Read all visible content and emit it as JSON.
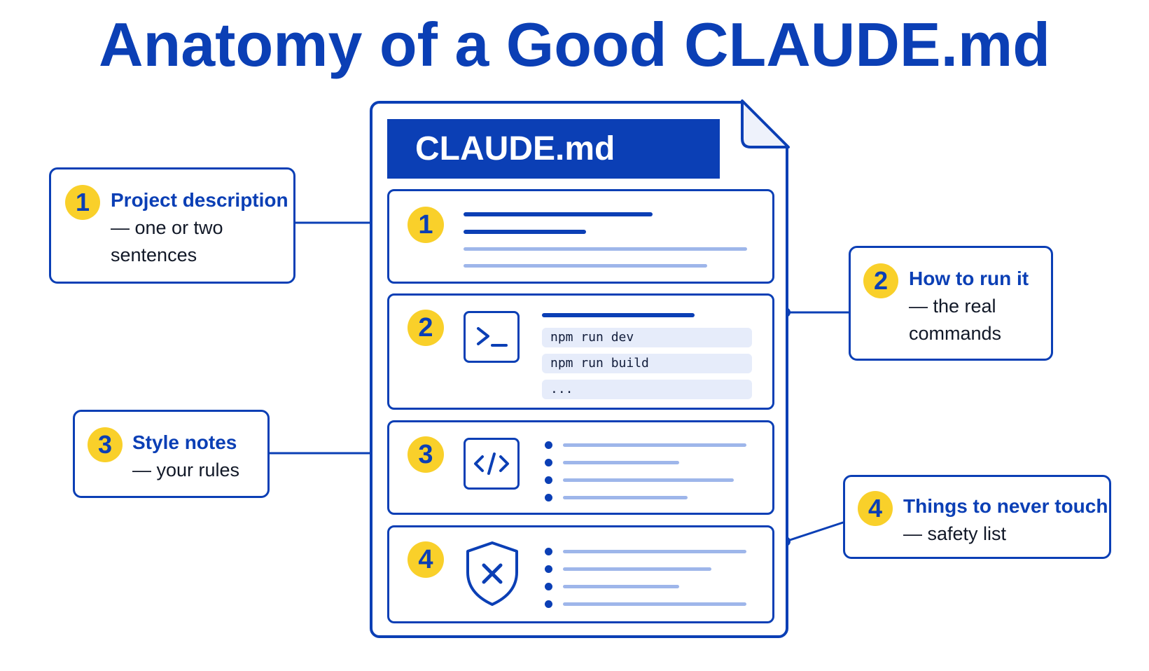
{
  "title": "Anatomy of a Good CLAUDE.md",
  "document": {
    "header": "CLAUDE.md",
    "sections": [
      {
        "number": "1"
      },
      {
        "number": "2",
        "commands": [
          "npm run dev",
          "npm run build",
          "..."
        ]
      },
      {
        "number": "3"
      },
      {
        "number": "4"
      }
    ]
  },
  "callouts": [
    {
      "number": "1",
      "title": "Project description",
      "desc_line1": "— one or two",
      "desc_line2": "sentences"
    },
    {
      "number": "2",
      "title": "How to run it",
      "desc_line1": "— the real",
      "desc_line2": "commands"
    },
    {
      "number": "3",
      "title": "Style notes",
      "desc_line1": "— your rules"
    },
    {
      "number": "4",
      "title": "Things to never touch",
      "desc_line1": "— safety list"
    }
  ],
  "icons": {
    "section2": "terminal-icon",
    "section3": "code-icon",
    "section4": "shield-x-icon"
  },
  "colors": {
    "primary_blue": "#0b3fb5",
    "badge_yellow": "#f9d02a",
    "light_line": "#9eb6ea",
    "code_bg": "#e6ecfa"
  }
}
